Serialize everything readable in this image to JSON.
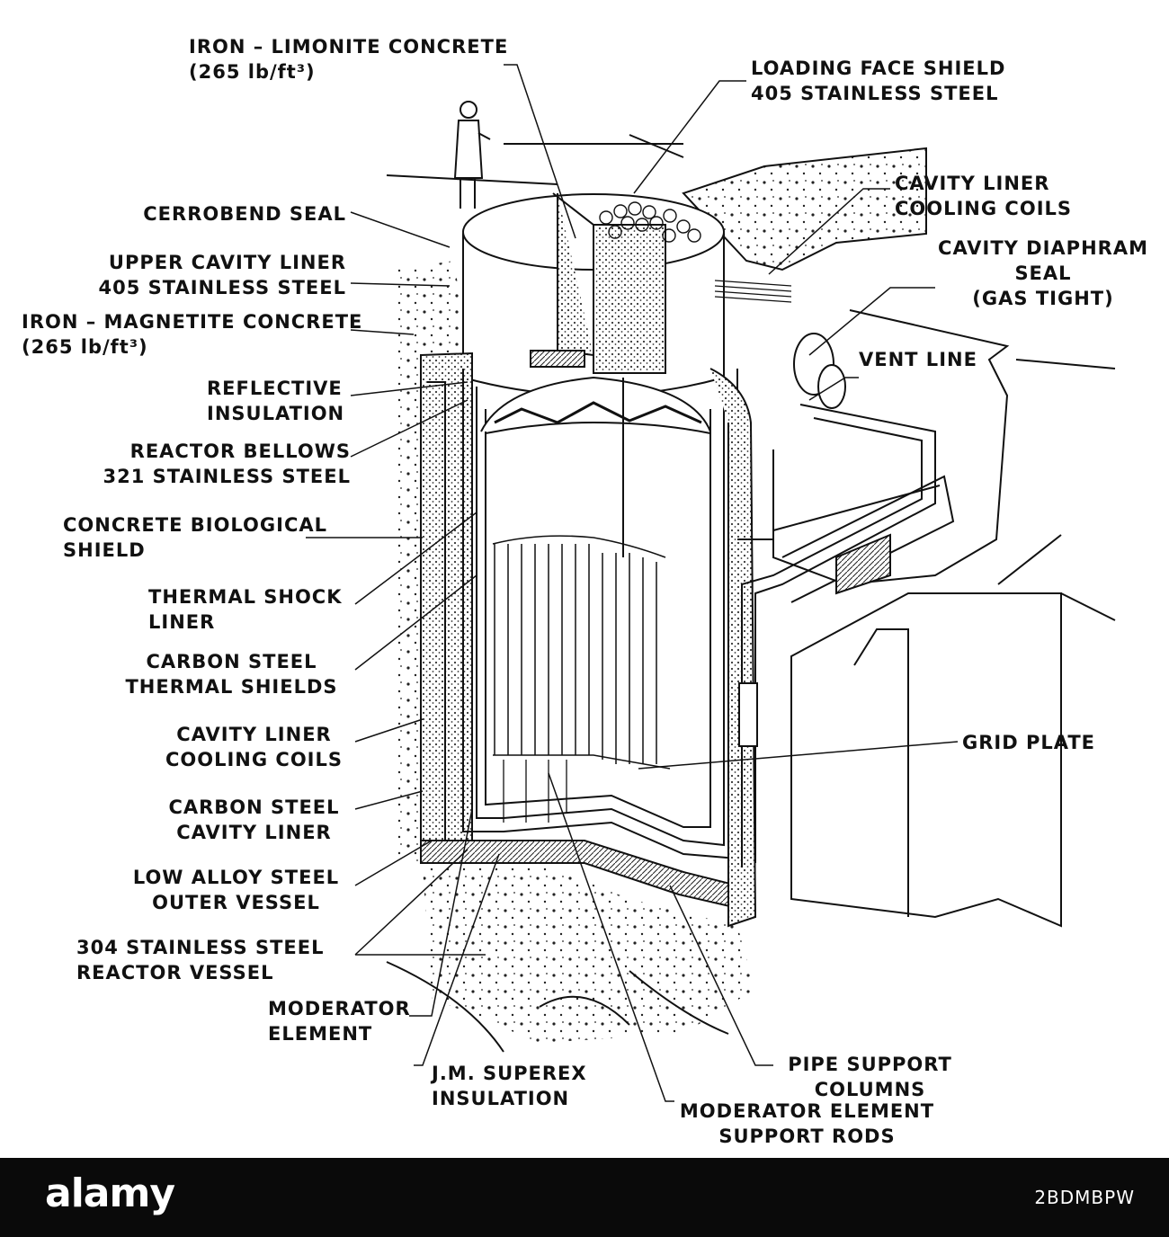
{
  "labels": {
    "iron_limonite": [
      "IRON – LIMONITE CONCRETE",
      "(265 lb/ft³)"
    ],
    "loading_face": [
      "LOADING FACE SHIELD",
      "405 STAINLESS STEEL"
    ],
    "cavity_liner_coils_top": [
      "CAVITY LINER",
      "COOLING COILS"
    ],
    "cavity_diaphram": [
      "CAVITY DIAPHRAM",
      "SEAL",
      "(GAS TIGHT)"
    ],
    "vent_line": [
      "VENT LINE"
    ],
    "cerrobend": [
      "CERROBEND SEAL"
    ],
    "upper_cavity_liner": [
      "UPPER CAVITY LINER",
      "405 STAINLESS STEEL"
    ],
    "iron_magnetite": [
      "IRON – MAGNETITE CONCRETE",
      "(265 lb/ft³)"
    ],
    "reflective": [
      "REFLECTIVE",
      "INSULATION"
    ],
    "reactor_bellows": [
      "REACTOR BELLOWS",
      "321 STAINLESS STEEL"
    ],
    "concrete_bio": [
      "CONCRETE  BIOLOGICAL",
      "SHIELD"
    ],
    "thermal_shock": [
      "THERMAL SHOCK",
      "LINER"
    ],
    "carbon_thermal": [
      "CARBON STEEL",
      "THERMAL SHIELDS"
    ],
    "cavity_liner_coils_left": [
      "CAVITY LINER",
      "COOLING  COILS"
    ],
    "carbon_cavity": [
      "CARBON STEEL",
      "CAVITY LINER"
    ],
    "low_alloy": [
      "LOW ALLOY STEEL",
      "OUTER VESSEL"
    ],
    "ss304": [
      "304 STAINLESS STEEL",
      "REACTOR VESSEL"
    ],
    "moderator": [
      "MODERATOR",
      "ELEMENT"
    ],
    "grid_plate": [
      "GRID PLATE"
    ],
    "superex": [
      "J.M.  SUPEREX",
      "INSULATION"
    ],
    "pipe_support": [
      "PIPE SUPPORT",
      "COLUMNS"
    ],
    "moderator_rods": [
      "MODERATOR ELEMENT",
      "SUPPORT RODS"
    ]
  },
  "watermark": {
    "logo": "alamy",
    "image_id": "2BDMBPW"
  }
}
